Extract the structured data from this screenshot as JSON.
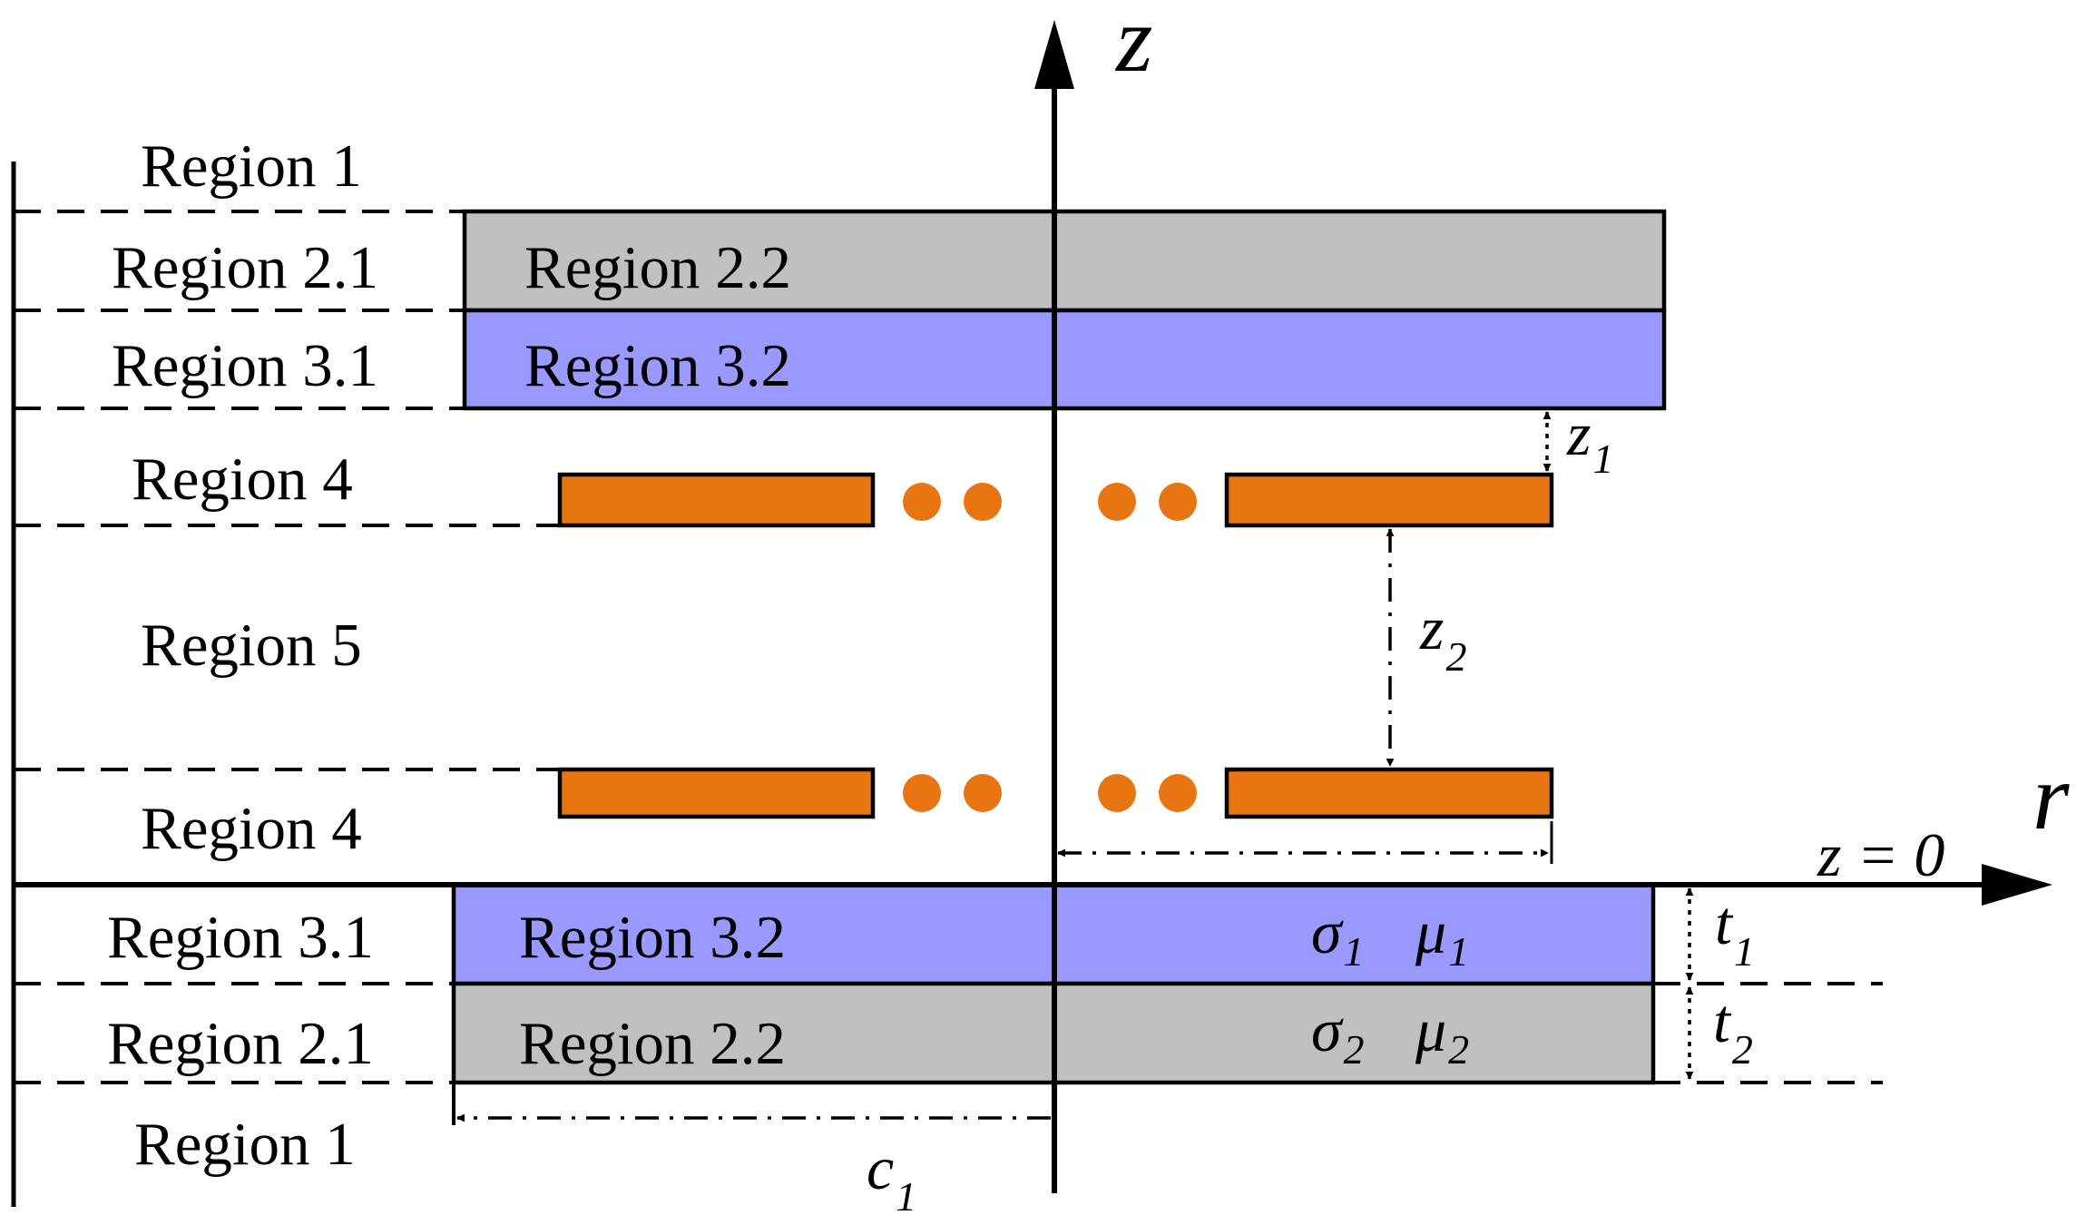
{
  "axes": {
    "z_label": "z",
    "r_label": "r",
    "origin_label": "z = 0"
  },
  "regions": {
    "top_region_1": "Region 1",
    "top_region_2_1": "Region 2.1",
    "top_region_2_2": "Region 2.2",
    "top_region_3_1": "Region 3.1",
    "top_region_3_2": "Region 3.2",
    "upper_region_4": "Region 4",
    "region_5": "Region 5",
    "lower_region_4": "Region 4",
    "bottom_region_3_1": "Region 3.1",
    "bottom_region_3_2": "Region 3.2",
    "bottom_region_2_1": "Region 2.1",
    "bottom_region_2_2": "Region 2.2",
    "bottom_region_1": "Region 1"
  },
  "parameters": {
    "z1": {
      "symbol": "z",
      "sub": "1"
    },
    "z2": {
      "symbol": "z",
      "sub": "2"
    },
    "t1": {
      "symbol": "t",
      "sub": "1"
    },
    "t2": {
      "symbol": "t",
      "sub": "2"
    },
    "c1": {
      "symbol": "c",
      "sub": "1"
    },
    "sigma1": {
      "symbol": "σ",
      "sub": "1"
    },
    "mu1": {
      "symbol": "μ",
      "sub": "1"
    },
    "sigma2": {
      "symbol": "σ",
      "sub": "2"
    },
    "mu2": {
      "symbol": "μ",
      "sub": "2"
    }
  },
  "colors": {
    "grey_layer": "#c0c0c0",
    "blue_layer": "#9999ff",
    "coil": "#e87511",
    "line": "#000000"
  }
}
